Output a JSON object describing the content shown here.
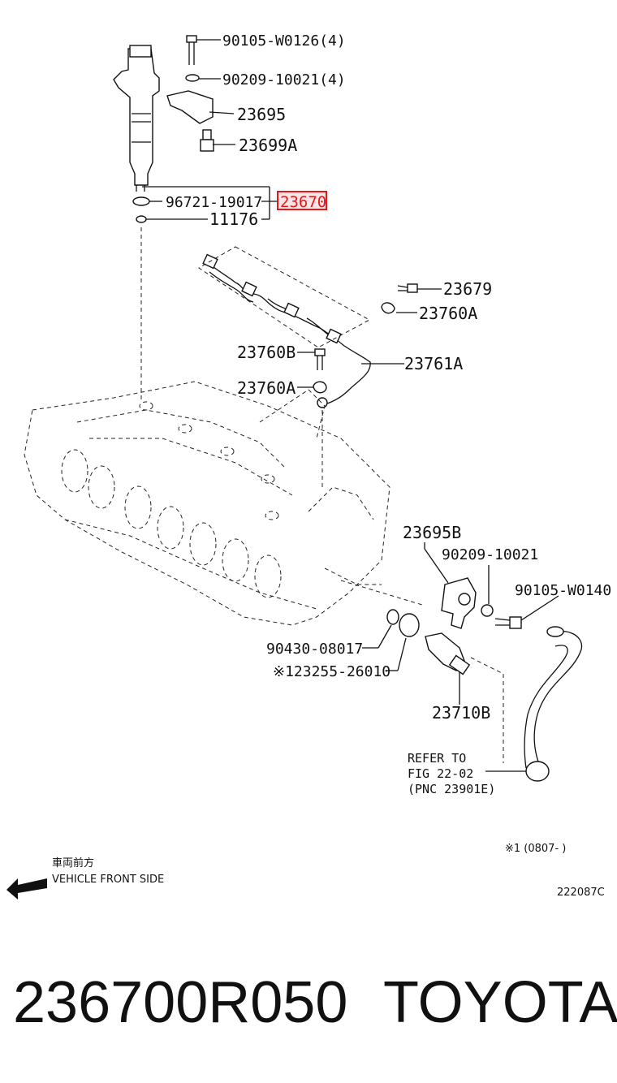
{
  "callouts": {
    "bolt_top": "90105-W0126(4)",
    "washer_top": "90209-10021(4)",
    "clamp": "23695",
    "valve": "23699A",
    "gasket": "96721-19017",
    "assembly_highlight": "23670",
    "seal": "11176",
    "union_bolt": "23679",
    "gasket_right": "23760A",
    "bolt_left": "23760B",
    "gasket_left": "23760A",
    "pipe": "23761A",
    "bracket": "23695B",
    "washer_right": "90209-10021",
    "bolt_right": "90105-W0140",
    "gasket_bottom": "90430-08017",
    "seal_bottom": "※123255-26010",
    "sensor": "23710B"
  },
  "refer_note": [
    "REFER TO",
    "FIG 22-02",
    "(PNC 23901E)"
  ],
  "footnote": "※1 (0807-     )",
  "vehicle_front_jp": "車両前方",
  "vehicle_front_en": "VEHICLE FRONT SIDE",
  "diagram_code": "222087C",
  "part_number": "236700R050",
  "brand": "TOYOTA",
  "highlight_color": "#e0191e"
}
